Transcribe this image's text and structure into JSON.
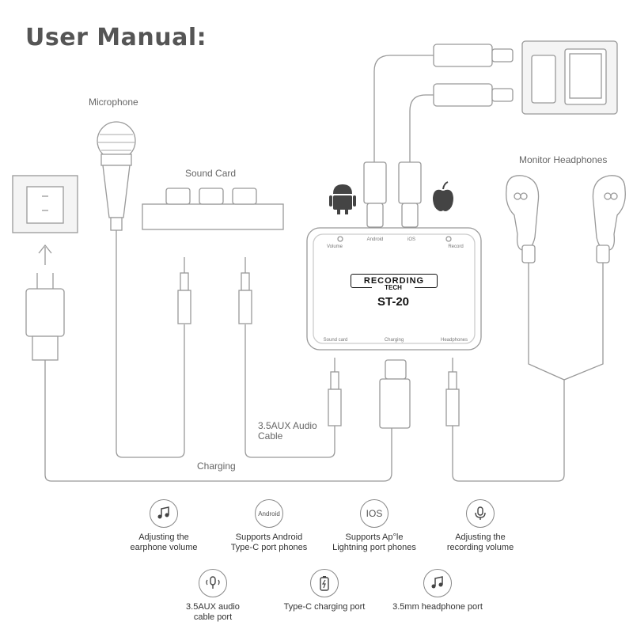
{
  "title": "User Manual:",
  "labels": {
    "microphone": "Microphone",
    "sound_card": "Sound Card",
    "monitor_headphones": "Monitor Headphones",
    "aux_cable": "3.5AUX Audio",
    "aux_cable_2": "Cable",
    "charging": "Charging"
  },
  "device": {
    "brand": "RECORDING",
    "brand_sub": "TECH",
    "model": "ST-20",
    "top_ports": {
      "volume": "Volume",
      "android": "Android",
      "ios": "iOS",
      "record": "Record"
    },
    "bottom_ports": {
      "sound_card": "Sound card",
      "charging": "Charging",
      "headphones": "Headphones"
    }
  },
  "features_row1": [
    {
      "icon": "music-note-icon",
      "line1": "Adjusting the",
      "line2": "earphone volume"
    },
    {
      "icon": "android-text-icon",
      "icon_text": "Android",
      "line1": "Supports Android",
      "line2": "Type-C port phones"
    },
    {
      "icon": "ios-text-icon",
      "icon_text": "IOS",
      "line1": "Supports Ap°le",
      "line2": "Lightning port phones"
    },
    {
      "icon": "microphone-icon",
      "line1": "Adjusting the",
      "line2": "recording volume"
    }
  ],
  "features_row2": [
    {
      "icon": "aux-mic-icon",
      "line1": "3.5AUX audio",
      "line2": "cable port"
    },
    {
      "icon": "battery-icon",
      "line1": "Type-C charging port",
      "line2": ""
    },
    {
      "icon": "music-note-icon",
      "line1": "3.5mm headphone port",
      "line2": ""
    }
  ]
}
